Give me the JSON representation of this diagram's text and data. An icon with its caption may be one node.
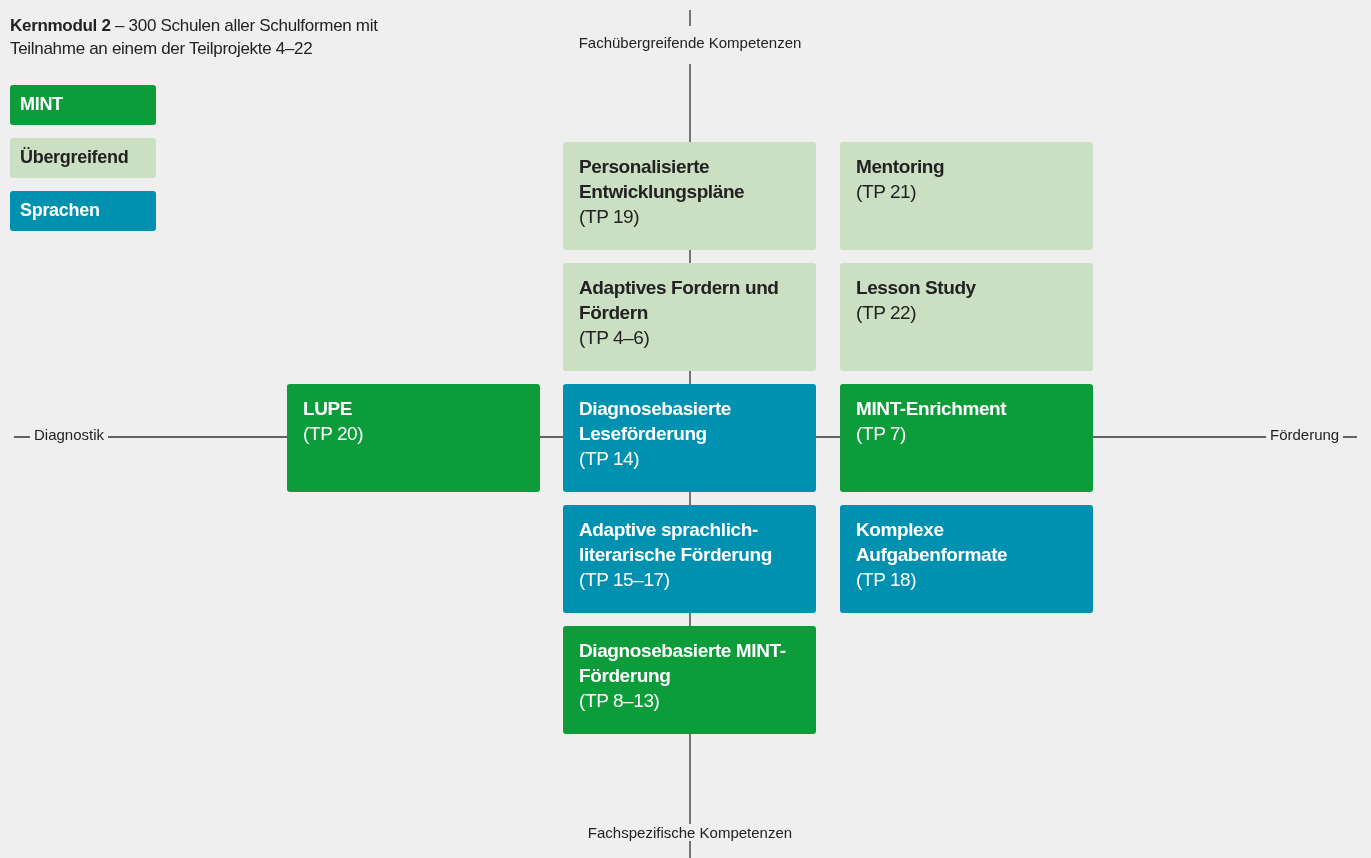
{
  "diagram": {
    "title": "**Kernmodul 2** – 300 Schulen aller Schulformen mit Teilnahme an einem der Teilprojekte 4–22",
    "nodes": [
      {
        "text": [
          "Personalisierte Entwicklungspläne",
          "(TP 19)"
        ]
      },
      {
        "text": [
          "Mentoring",
          "(TP 21)"
        ]
      },
      {
        "text": [
          "Adaptives Fordern und Fördern",
          "(TP 4–6)"
        ]
      },
      {
        "text": [
          "Lesson Study",
          "(TP 22)"
        ]
      },
      {
        "text": [
          "LUPE",
          "(TP 20)"
        ]
      },
      {
        "text": [
          "Diagnosebasierte Leseförderung",
          "(TP 14)"
        ]
      },
      {
        "text": [
          "MINT-Enrichment",
          "(TP 7)"
        ]
      },
      {
        "text": [
          "Adaptive sprachlich-literarische Förderung",
          "(TP 15–17)"
        ]
      },
      {
        "text": [
          "Komplexe Aufgabenformate",
          "(TP 18)"
        ]
      },
      {
        "text": [
          "Diagnosebasierte MINT-Förderung",
          "(TP 8–13)"
        ]
      }
    ],
    "edges": [],
    "labels": [
      "Fachübergreifende Kompetenzen",
      "Diagnostik",
      "Förderung",
      "Fachspezifische Kompetenzen"
    ],
    "legend": [
      {
        "text": "MINT",
        "color": "#0c9c3a"
      },
      {
        "text": "Übergreifend",
        "color": "#cbe0c2"
      },
      {
        "text": "Sprachen",
        "color": "#0090b0"
      }
    ]
  }
}
